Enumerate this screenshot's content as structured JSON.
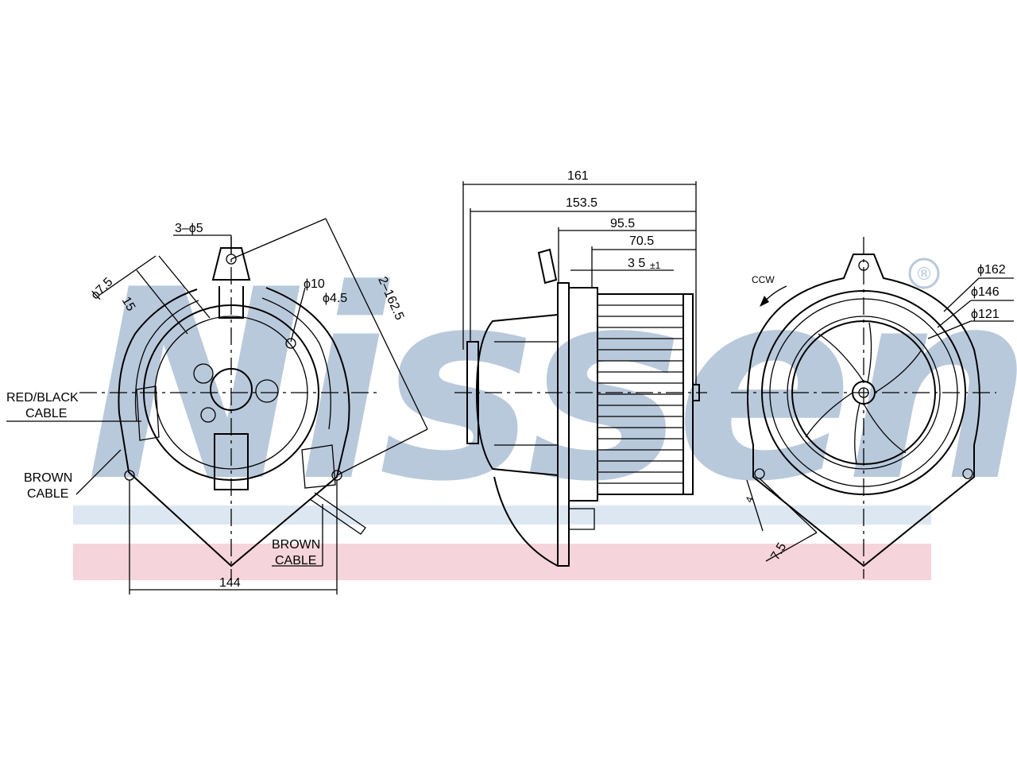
{
  "watermark": {
    "text": "Nissens",
    "registered": "®",
    "colors": {
      "blue": "#b9c9dc",
      "band_blue": "#dce7f1",
      "band_pink": "#f6d4dc"
    }
  },
  "front_view": {
    "labels": {
      "holes": "3–ϕ5",
      "phi75": "ϕ7.5",
      "dim15": "15",
      "phi10": "ϕ10",
      "phi45": "ϕ4.5",
      "pcd": "2–162.5",
      "red_black_1": "RED/BLACK",
      "red_black_2": "CABLE",
      "brown_left_1": "BROWN",
      "brown_left_2": "CABLE",
      "brown_right_1": "BROWN",
      "brown_right_2": "CABLE",
      "width": "144"
    }
  },
  "side_view": {
    "labels": {
      "d161": "161",
      "d1535": "153.5",
      "d955": "95.5",
      "d705": "70.5",
      "d35": "3 5",
      "d35_sub": "±1"
    }
  },
  "rear_view": {
    "labels": {
      "ccw": "CCW",
      "phi162": "ϕ162",
      "phi146": "ϕ146",
      "phi121": "ϕ121",
      "d4": "4",
      "d75": "7.5"
    }
  }
}
